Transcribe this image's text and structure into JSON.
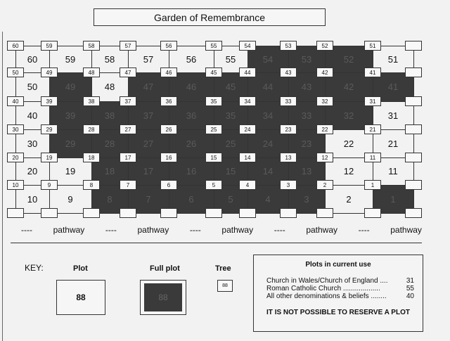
{
  "title": "Garden of Remembrance",
  "tree_rows": [
    [
      "60",
      "59",
      "58",
      "57",
      "56",
      "55",
      "54",
      "53",
      "52",
      "51",
      ""
    ],
    [
      "50",
      "49",
      "48",
      "47",
      "46",
      "45",
      "44",
      "43",
      "42",
      "41",
      ""
    ],
    [
      "40",
      "39",
      "38",
      "37",
      "36",
      "35",
      "34",
      "33",
      "32",
      "31",
      ""
    ],
    [
      "30",
      "29",
      "28",
      "27",
      "26",
      "25",
      "24",
      "23",
      "22",
      "21",
      ""
    ],
    [
      "20",
      "19",
      "18",
      "17",
      "16",
      "15",
      "14",
      "13",
      "12",
      "11",
      ""
    ],
    [
      "10",
      "9",
      "8",
      "7",
      "6",
      "5",
      "4",
      "3",
      "2",
      "1",
      ""
    ],
    [
      "",
      "",
      "",
      "",
      "",
      "",
      "",
      "",
      "",
      "",
      ""
    ]
  ],
  "plot_rows": [
    [
      {
        "n": "60",
        "full": false
      },
      {
        "n": "59",
        "full": false
      },
      {
        "n": "58",
        "full": false
      },
      {
        "n": "57",
        "full": false
      },
      {
        "n": "56",
        "full": false
      },
      {
        "n": "55",
        "full": false
      },
      {
        "n": "54",
        "full": true
      },
      {
        "n": "53",
        "full": true
      },
      {
        "n": "52",
        "full": true
      },
      {
        "n": "51",
        "full": false
      }
    ],
    [
      {
        "n": "50",
        "full": false
      },
      {
        "n": "49",
        "full": true
      },
      {
        "n": "48",
        "full": false
      },
      {
        "n": "47",
        "full": true
      },
      {
        "n": "46",
        "full": true
      },
      {
        "n": "45",
        "full": true
      },
      {
        "n": "44",
        "full": true
      },
      {
        "n": "43",
        "full": true
      },
      {
        "n": "42",
        "full": true
      },
      {
        "n": "41",
        "full": true
      }
    ],
    [
      {
        "n": "40",
        "full": false
      },
      {
        "n": "39",
        "full": true
      },
      {
        "n": "38",
        "full": true
      },
      {
        "n": "37",
        "full": true
      },
      {
        "n": "36",
        "full": true
      },
      {
        "n": "35",
        "full": true
      },
      {
        "n": "34",
        "full": true
      },
      {
        "n": "33",
        "full": true
      },
      {
        "n": "32",
        "full": true
      },
      {
        "n": "31",
        "full": false
      }
    ],
    [
      {
        "n": "30",
        "full": false
      },
      {
        "n": "29",
        "full": true
      },
      {
        "n": "28",
        "full": true
      },
      {
        "n": "27",
        "full": true
      },
      {
        "n": "26",
        "full": true
      },
      {
        "n": "25",
        "full": true
      },
      {
        "n": "24",
        "full": true
      },
      {
        "n": "23",
        "full": true
      },
      {
        "n": "22",
        "full": false
      },
      {
        "n": "21",
        "full": false
      }
    ],
    [
      {
        "n": "20",
        "full": false
      },
      {
        "n": "19",
        "full": false
      },
      {
        "n": "18",
        "full": true
      },
      {
        "n": "17",
        "full": true
      },
      {
        "n": "16",
        "full": true
      },
      {
        "n": "15",
        "full": true
      },
      {
        "n": "14",
        "full": true
      },
      {
        "n": "13",
        "full": true
      },
      {
        "n": "12",
        "full": false
      },
      {
        "n": "11",
        "full": false
      }
    ],
    [
      {
        "n": "10",
        "full": false
      },
      {
        "n": "9",
        "full": false
      },
      {
        "n": "8",
        "full": true
      },
      {
        "n": "7",
        "full": true
      },
      {
        "n": "6",
        "full": true
      },
      {
        "n": "5",
        "full": true
      },
      {
        "n": "4",
        "full": true
      },
      {
        "n": "3",
        "full": true
      },
      {
        "n": "2",
        "full": false
      },
      {
        "n": "1",
        "full": true
      }
    ]
  ],
  "pathway": {
    "dash": "----",
    "label": "pathway"
  },
  "key": {
    "title": "KEY:",
    "plot_label": "Plot",
    "plot_sample": "88",
    "full_plot_label": "Full plot",
    "full_plot_sample": "88",
    "tree_label": "Tree",
    "tree_sample": "88"
  },
  "info": {
    "heading": "Plots in current use",
    "rows": [
      {
        "label": "Church in Wales/Church of England ....",
        "count": "31"
      },
      {
        "label": "Roman Catholic Church ...................",
        "count": "55"
      },
      {
        "label": "All other denominations & beliefs ........",
        "count": "40"
      }
    ],
    "warning": "IT IS NOT POSSIBLE TO RESERVE A PLOT"
  },
  "colors": {
    "full_plot": "#3a3a3a",
    "paper": "#f2f2f2"
  }
}
